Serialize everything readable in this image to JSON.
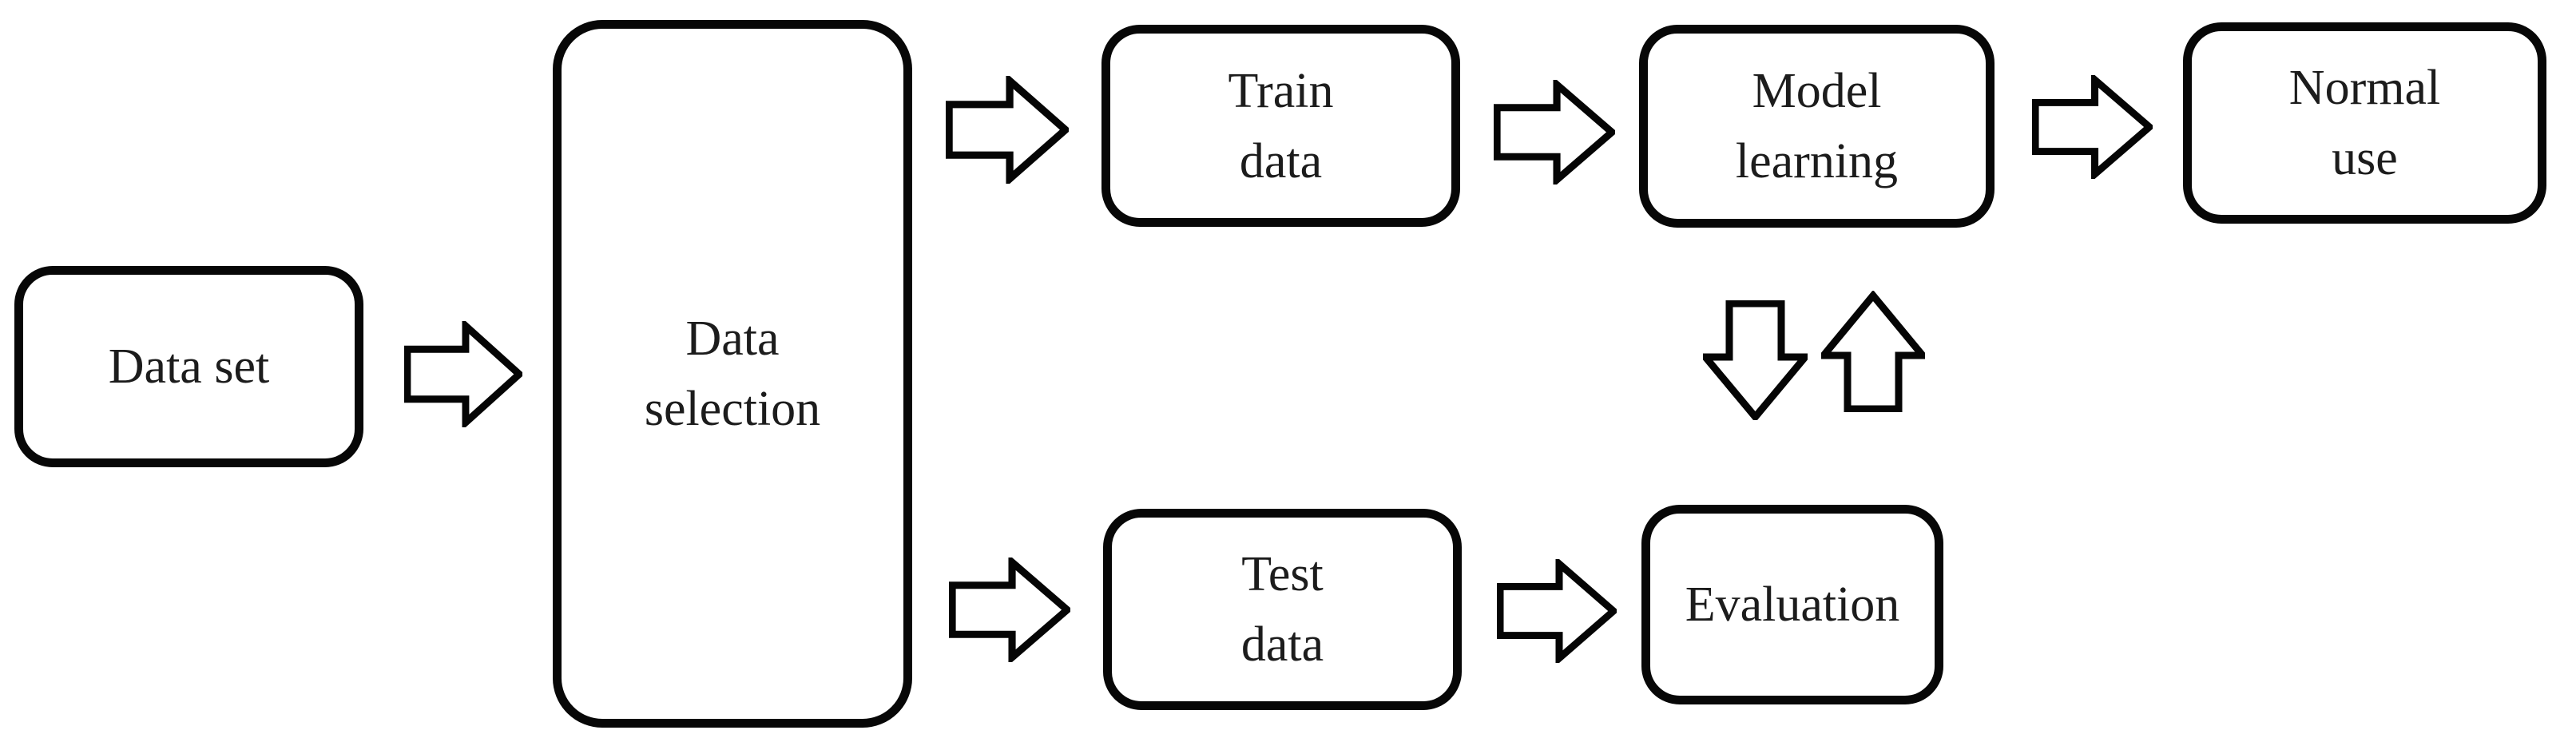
{
  "diagram": {
    "background_color": "#ffffff",
    "node_border_color": "#070707",
    "node_fill_color": "#ffffff",
    "text_color": "#1c1c1c",
    "arrow_outline_color": "#050505",
    "arrow_fill_color": "#ffffff",
    "nodes": [
      {
        "id": "data-set",
        "label": "Data set",
        "lines": [
          "Data set"
        ]
      },
      {
        "id": "data-selection",
        "label": "Data selection",
        "lines": [
          "Data",
          "selection"
        ]
      },
      {
        "id": "train-data",
        "label": "Train data",
        "lines": [
          "Train",
          "data"
        ]
      },
      {
        "id": "model-learning",
        "label": "Model learning",
        "lines": [
          "Model",
          "learning"
        ]
      },
      {
        "id": "normal-use",
        "label": "Normal use",
        "lines": [
          "Normal",
          "use"
        ]
      },
      {
        "id": "test-data",
        "label": "Test data",
        "lines": [
          "Test",
          "data"
        ]
      },
      {
        "id": "evaluation",
        "label": "Evaluation",
        "lines": [
          "Evaluation"
        ]
      }
    ],
    "connections": [
      {
        "from": "Data set",
        "to": "Data selection",
        "direction": "right"
      },
      {
        "from": "Data selection",
        "to": "Train data",
        "direction": "right"
      },
      {
        "from": "Train data",
        "to": "Model learning",
        "direction": "right"
      },
      {
        "from": "Model learning",
        "to": "Normal use",
        "direction": "right"
      },
      {
        "from": "Data selection",
        "to": "Test data",
        "direction": "right"
      },
      {
        "from": "Test data",
        "to": "Evaluation",
        "direction": "right"
      },
      {
        "from": "Model learning",
        "to": "Evaluation",
        "direction": "down"
      },
      {
        "from": "Evaluation",
        "to": "Model learning",
        "direction": "up"
      }
    ]
  }
}
